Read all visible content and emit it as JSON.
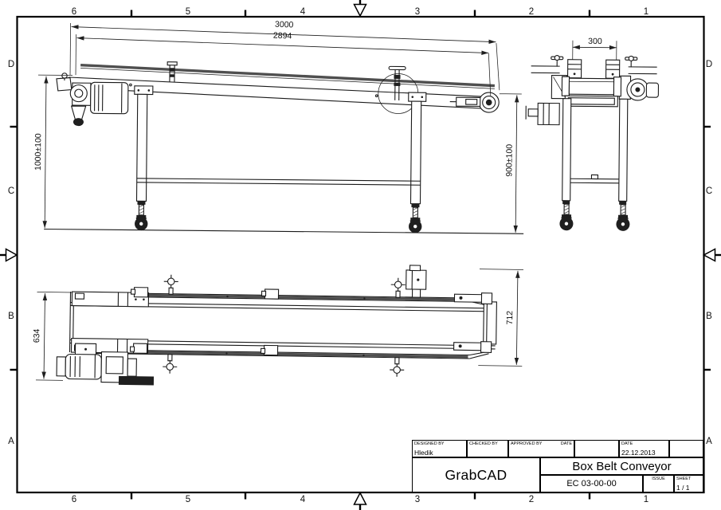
{
  "sheet": {
    "zone_columns": [
      "6",
      "5",
      "4",
      "3",
      "2",
      "1"
    ],
    "zone_rows": [
      "D",
      "C",
      "B",
      "A"
    ]
  },
  "dimensions": {
    "overall_length": "3000",
    "belt_length": "2894",
    "infeed_height": "1000±100",
    "discharge_height": "900±100",
    "belt_width": "300",
    "frame_width": "634",
    "overall_width": "712"
  },
  "title_block": {
    "designed_by_label": "DESIGNED BY",
    "designed_by_value": "Hledik",
    "checked_by_label": "CHECKED BY",
    "approved_by_label": "APPROVED BY",
    "approved_date_label": "DATE",
    "date_label": "DATE",
    "date_value": "22.12.2013",
    "company": "GrabCAD",
    "title": "Box Belt Conveyor",
    "drawing_number": "EC 03-00-00",
    "issue_label": "ISSUE",
    "sheet_label": "SHEET",
    "sheet_value": "1 / 1"
  }
}
